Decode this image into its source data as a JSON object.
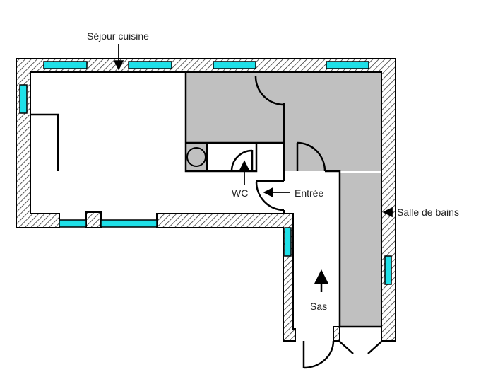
{
  "labels": {
    "sejour": "Séjour cuisine",
    "wc": "WC",
    "entree": "Entrée",
    "salle_de_bains": "Salle de bains",
    "sas": "Sas"
  },
  "colors": {
    "window": "#1fe0e8",
    "wet_room": "#c0c0c0",
    "wall": "#000000"
  }
}
